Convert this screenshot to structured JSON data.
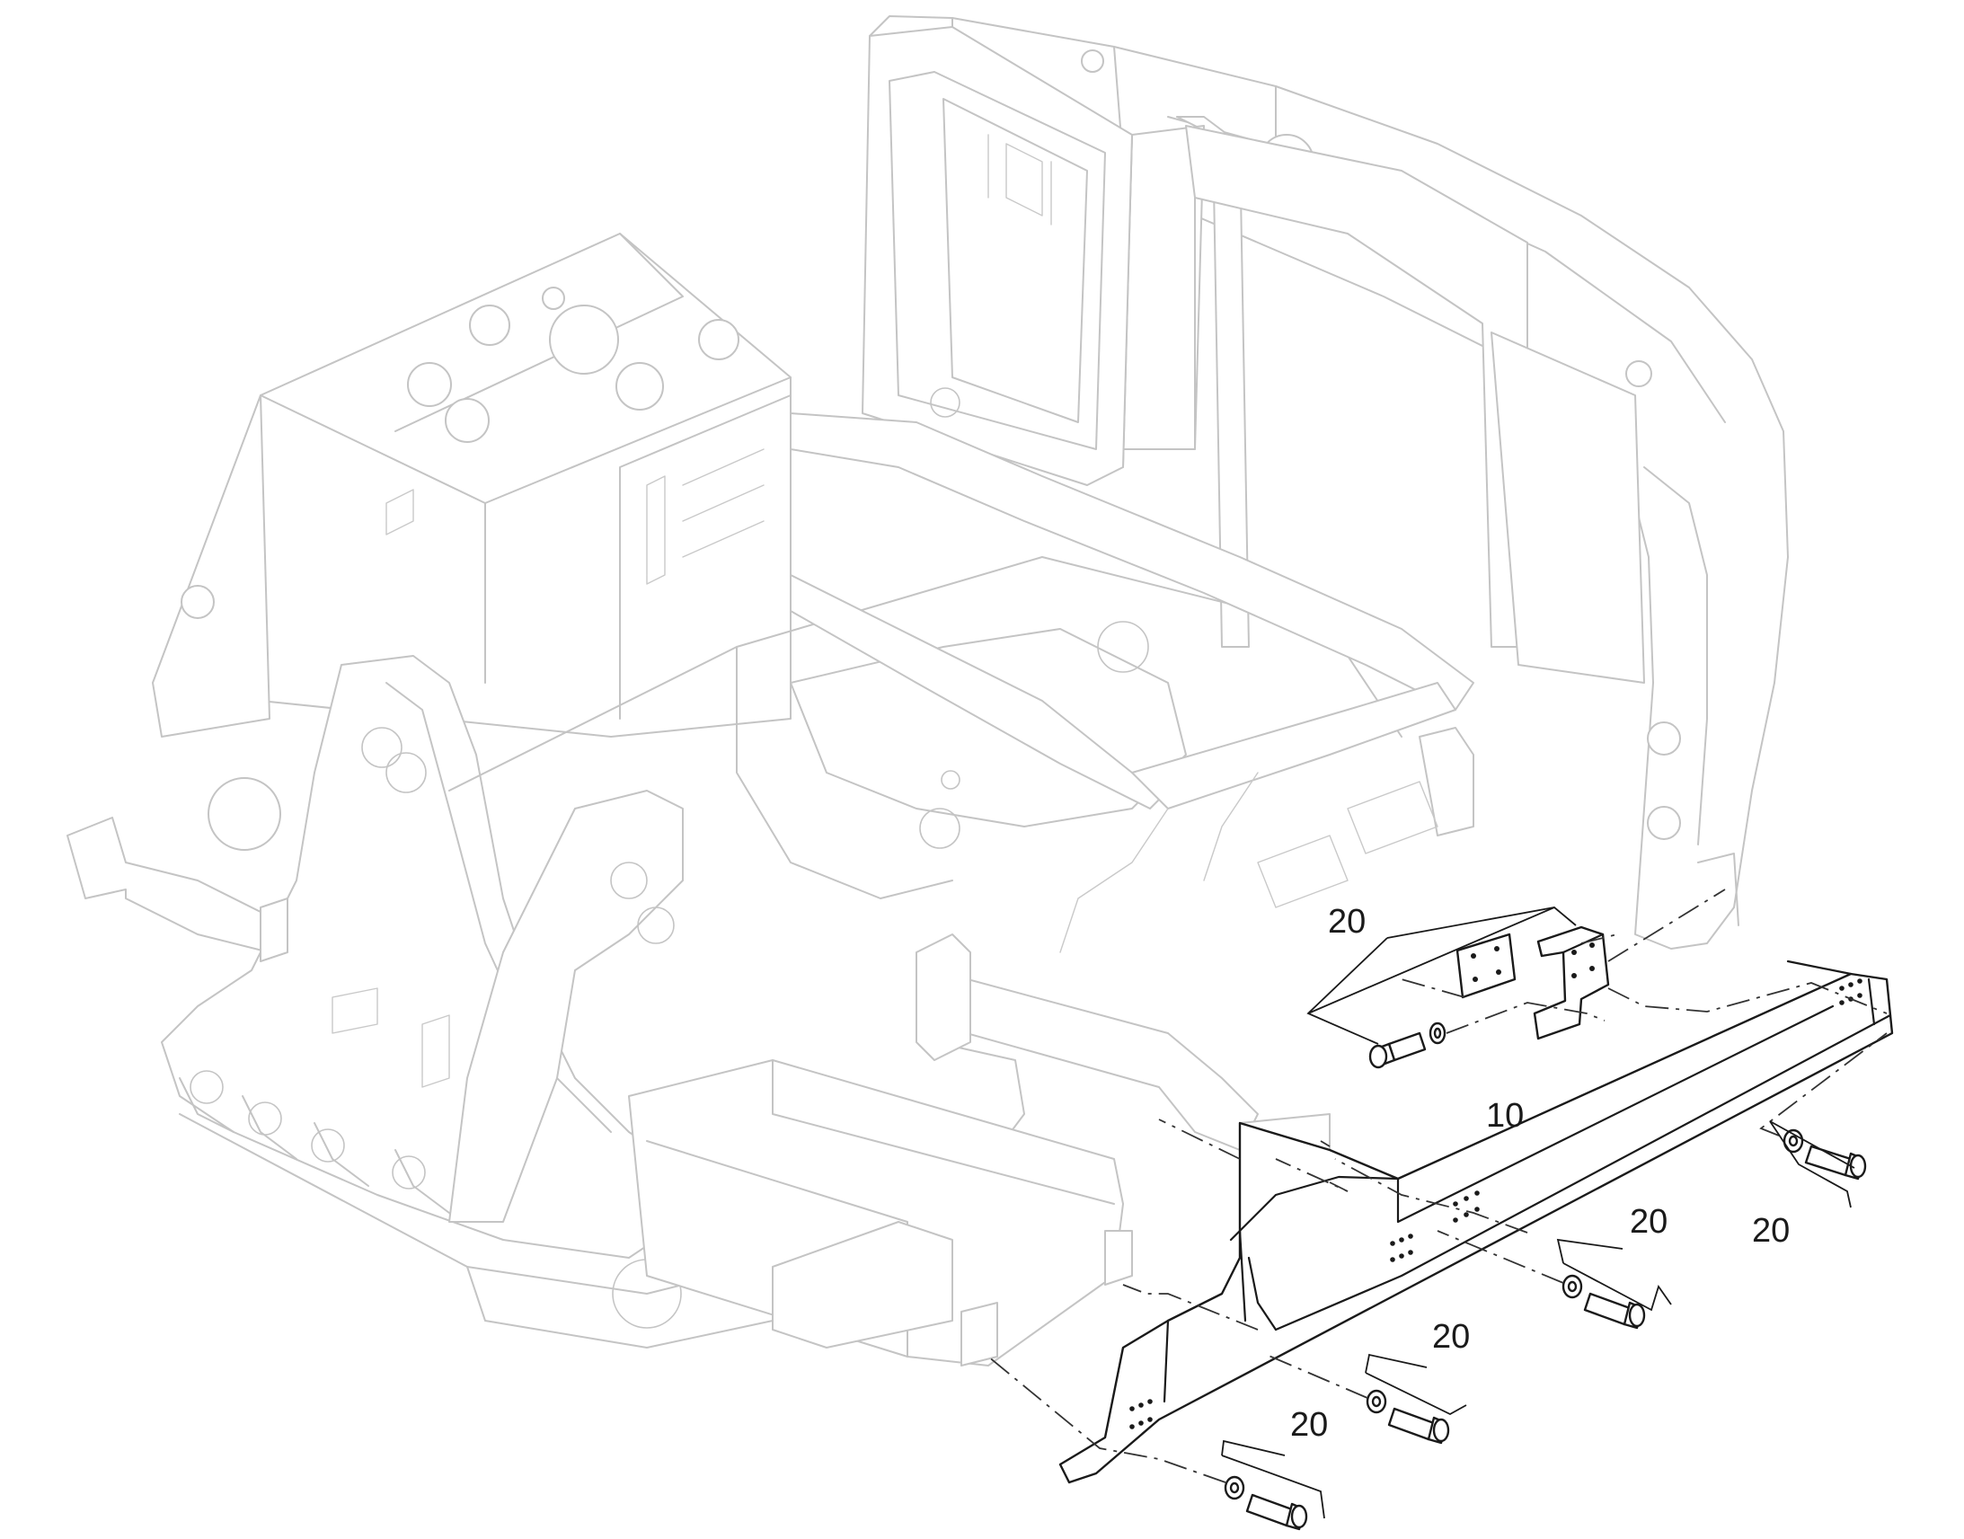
{
  "callouts": {
    "part_10": "10",
    "part_20_a": "20",
    "part_20_b": "20",
    "part_20_c": "20",
    "part_20_d": "20",
    "part_20_e": "20"
  },
  "colors": {
    "background": "#ffffff",
    "highlighted_part": "#1a1a1a",
    "context_frame": "#c4c4c4"
  }
}
